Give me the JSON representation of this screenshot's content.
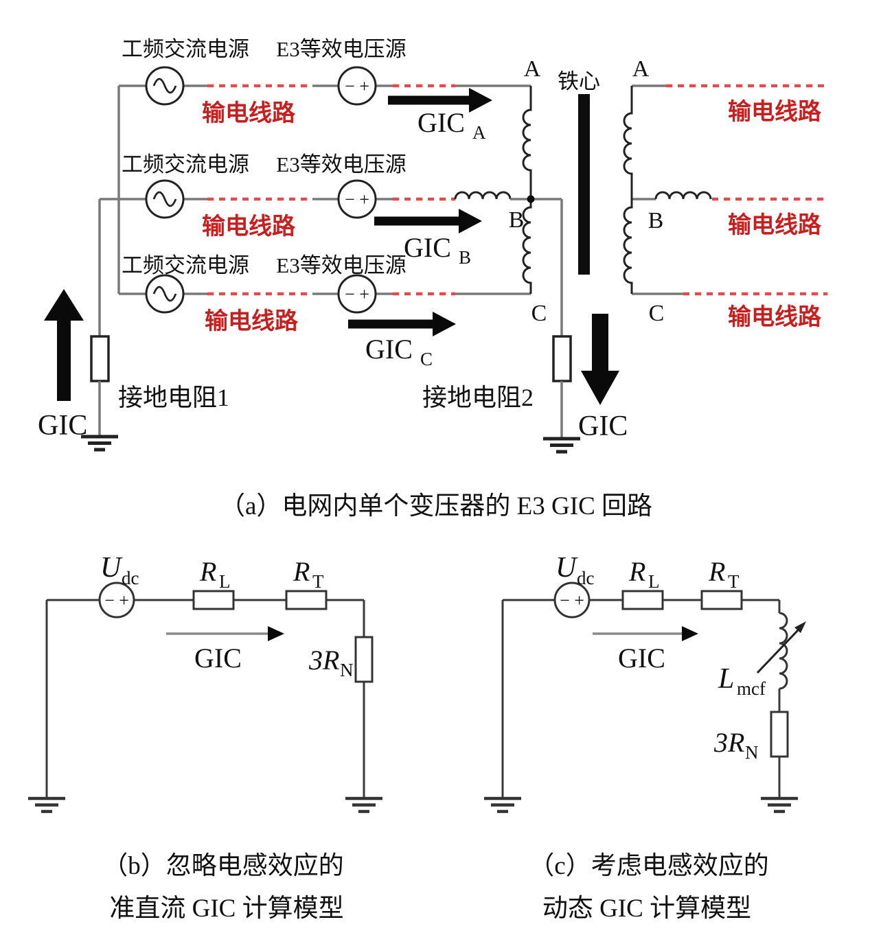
{
  "colors": {
    "red_text": "#c81e1e",
    "red_dash": "#e24b4b",
    "wire_gray": "#787878",
    "component_black": "#222222",
    "arrow_black": "#0a0a0a"
  },
  "part_a": {
    "caption": "（a）电网内单个变压器的 E3 GIC 回路",
    "ac_source_label": "工频交流电源",
    "e3_source_label": "E3等效电压源",
    "line_label": "输电线路",
    "core_label": "铁心",
    "ground_resistor1_label": "接地电阻1",
    "ground_resistor2_label": "接地电阻2",
    "gic_left_label": "GIC",
    "gic_right_label": "GIC",
    "source_sign": "− +",
    "phases": {
      "a": "A",
      "b": "B",
      "c": "C"
    },
    "gic_phase": {
      "base": "GIC",
      "sub_a": "A",
      "sub_b": "B",
      "sub_c": "C"
    }
  },
  "part_b": {
    "caption_line1": "（b）忽略电感效应的",
    "caption_line2": "准直流 GIC 计算模型",
    "u_base": "U",
    "u_sub": "dc",
    "rl_base": "R",
    "rl_sub": "L",
    "rt_base": "R",
    "rt_sub": "T",
    "rn_base": "3R",
    "rn_sub": "N",
    "gic_label": "GIC",
    "source_sign": "− +"
  },
  "part_c": {
    "caption_line1": "（c）考虑电感效应的",
    "caption_line2": "动态 GIC 计算模型",
    "u_base": "U",
    "u_sub": "dc",
    "rl_base": "R",
    "rl_sub": "L",
    "rt_base": "R",
    "rt_sub": "T",
    "l_base": "L",
    "l_sub": "mcf",
    "rn_base": "3R",
    "rn_sub": "N",
    "gic_label": "GIC",
    "source_sign": "− +"
  }
}
